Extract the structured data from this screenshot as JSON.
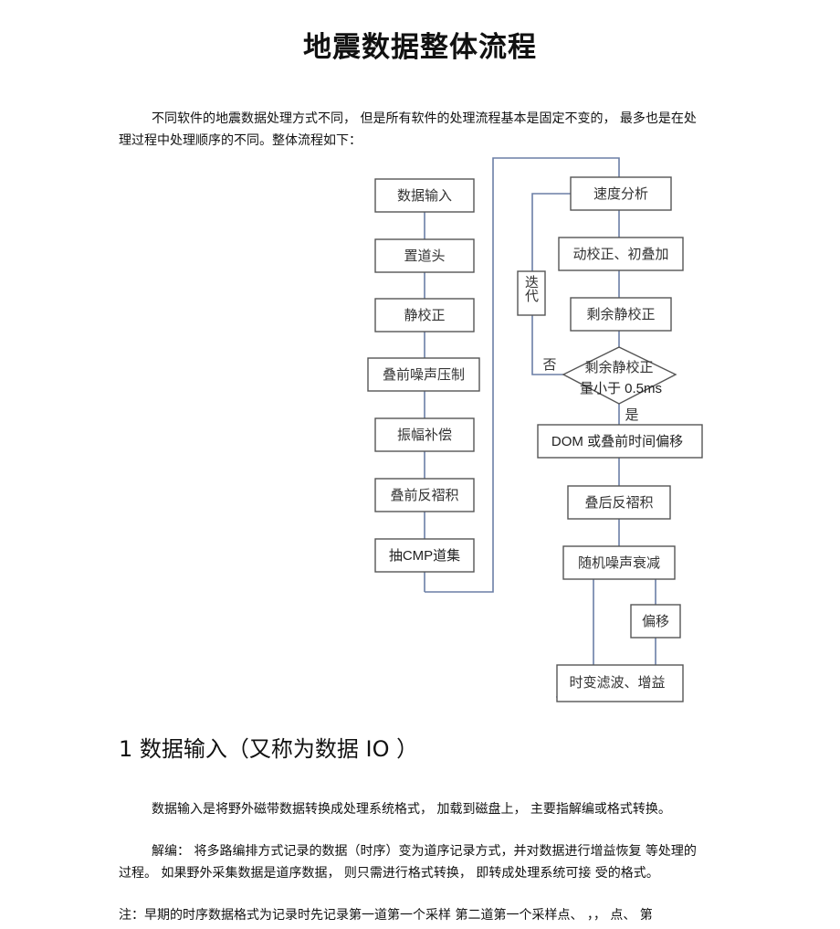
{
  "title": "地震数据整体流程",
  "intro": "不同软件的地震数据处理方式不同， 但是所有软件的处理流程基本是固定不变的， 最多也是在处理过程中处理顺序的不同。整体流程如下：",
  "flow": {
    "left": [
      "数据输入",
      "置道头",
      "静校正",
      "叠前噪声压制",
      "振幅补偿",
      "叠前反褶积",
      "抽CMP道集"
    ],
    "right": [
      "速度分析",
      "动校正、初叠加",
      "剩余静校正"
    ],
    "decision_line1": "剩余静校正",
    "decision_line2": "量小于 0.5ms",
    "iterate_label": "迭代",
    "no_label": "否",
    "yes_label": "是",
    "after": [
      "DOM 或叠前时间偏移",
      "叠后反褶积",
      "随机噪声衰减",
      "偏移",
      "时变滤波、增益"
    ]
  },
  "section1": {
    "heading": "1 数据输入（又称为数据 IO ）",
    "p1": "数据输入是将野外磁带数据转换成处理系统格式， 加载到磁盘上， 主要指解编或格式转换。",
    "p2": "解编： 将多路编排方式记录的数据（时序）变为道序记录方式，并对数据进行增益恢复 等处理的过程。 如果野外采集数据是道序数据， 则只需进行格式转换， 即转成处理系统可接 受的格式。",
    "note": "注：早期的时序数据格式为记录时先记录第一道第一个采样 第二道第一个采样点、 ，， 点、 第"
  }
}
